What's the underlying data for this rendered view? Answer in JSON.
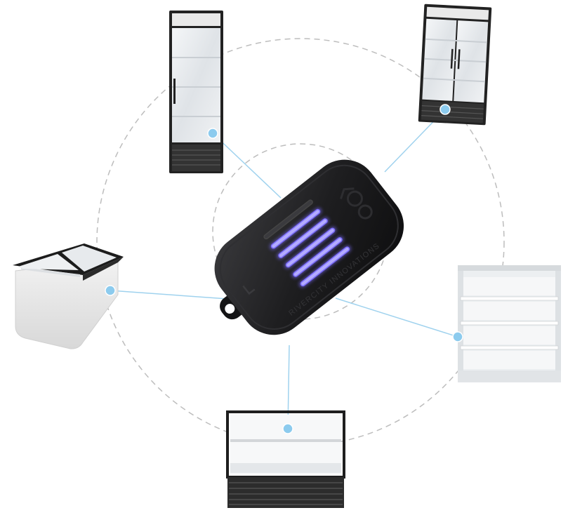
{
  "device": {
    "brand_text": "RIVERCITY INNOVATIONS",
    "led_color": "#7b6cff",
    "body_color": "#1b1b1d"
  },
  "connector_color": "#9fd2ee",
  "node_color": "#8ccbee",
  "appliances": [
    {
      "id": "single-door-fridge",
      "icon": "single-door-fridge-icon"
    },
    {
      "id": "double-door-fridge",
      "icon": "double-door-fridge-icon"
    },
    {
      "id": "chest-freezer",
      "icon": "chest-freezer-icon"
    },
    {
      "id": "open-shelf-cooler",
      "icon": "open-shelf-cooler-icon"
    },
    {
      "id": "display-case",
      "icon": "display-case-icon"
    }
  ]
}
